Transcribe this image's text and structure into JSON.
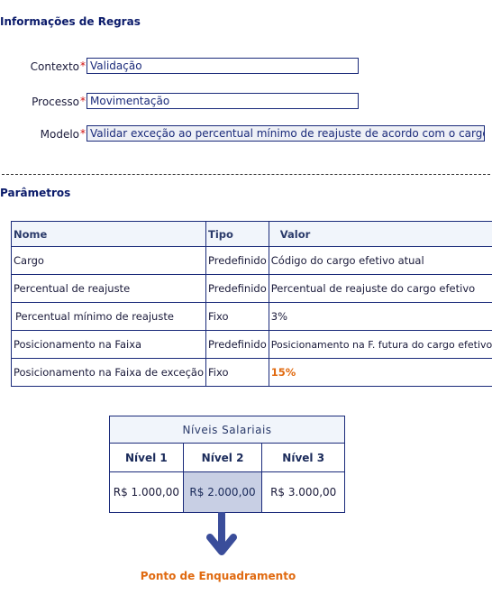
{
  "info_title": "Informações de Regras",
  "form": {
    "contexto": {
      "label": "Contexto",
      "required": "*",
      "value": "Validação"
    },
    "processo": {
      "label": "Processo",
      "required": "*",
      "value": "Movimentação"
    },
    "modelo": {
      "label": "Modelo",
      "required": "*",
      "value": "Validar exceção ao percentual mínimo de reajuste de acordo com o cargo e pos"
    }
  },
  "params_title": "Parâmetros",
  "params_table": {
    "headers": [
      "Nome",
      "Tipo",
      "Valor"
    ],
    "rows": [
      {
        "nome": "Cargo",
        "tipo": "Predefinido",
        "valor": "Código do cargo efetivo atual"
      },
      {
        "nome": "Percentual de reajuste",
        "tipo": "Predefinido",
        "valor": "Percentual de reajuste do cargo efetivo"
      },
      {
        "nome": "Percentual mínimo de reajuste",
        "tipo": "Fixo",
        "valor": "3%"
      },
      {
        "nome": "Posicionamento na Faixa",
        "tipo": "Predefinido",
        "valor": "Posicionamento na F. futura do cargo efetivo"
      },
      {
        "nome": "Posicionamento na Faixa de exceção",
        "tipo": "Fixo",
        "valor": "15%"
      }
    ]
  },
  "niveis": {
    "caption": "Níveis Salariais",
    "levels": [
      "Nível 1",
      "Nível 2",
      "Nível 3"
    ],
    "values": [
      "R$ 1.000,00",
      "R$ 2.000,00",
      "R$ 3.000,00"
    ],
    "selected_index": 1
  },
  "enquadramento_label": "Ponto de Enquadramento",
  "colors": {
    "accent": "#e06a10",
    "border": "#1a2a7a",
    "selected": "#c8cfe4",
    "arrow": "#3a4d9a"
  },
  "icons": {
    "arrow": "arrow-down-icon"
  }
}
